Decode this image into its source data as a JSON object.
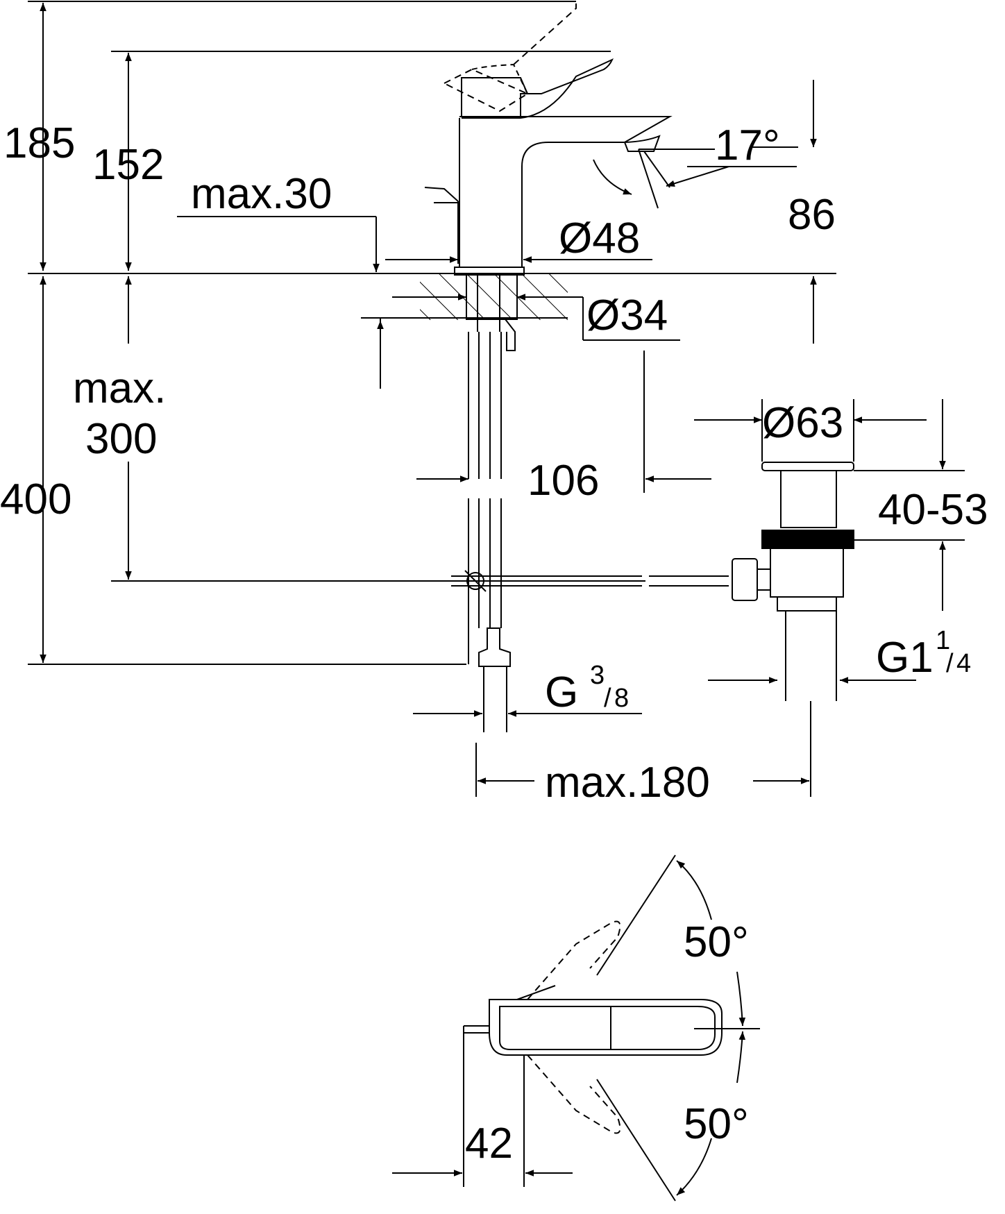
{
  "dimensions": {
    "h185": "185",
    "h152": "152",
    "max30": "max.30",
    "dia48": "Ø48",
    "angle17": "17°",
    "h86": "86",
    "dia34": "Ø34",
    "max300_line1": "max.",
    "max300_line2": "300",
    "h400": "400",
    "dia63": "Ø63",
    "d106": "106",
    "range4053": "40-53",
    "g1_base": "G1",
    "g1_num": "1",
    "g1_den": "4",
    "g38_base": "G",
    "g38_num": "3",
    "g38_den": "8",
    "max180": "max.180",
    "angle50_top": "50°",
    "angle50_bottom": "50°",
    "w42": "42"
  },
  "colors": {
    "line": "#000000",
    "background": "#ffffff"
  }
}
